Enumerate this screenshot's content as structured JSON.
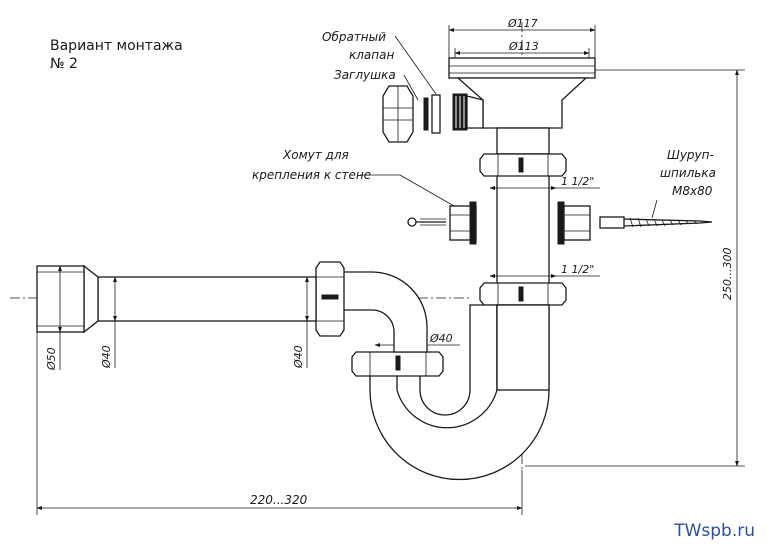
{
  "title": {
    "line1": "Вариант монтажа",
    "line2": "№ 2"
  },
  "labels": {
    "check_valve_1": "Обратный",
    "check_valve_2": "клапан",
    "plug": "Заглушка",
    "clamp_1": "Хомут для",
    "clamp_2": "крепления к стене",
    "screw_1": "Шуруп-",
    "screw_2": "шпилька",
    "screw_3": "М8х80"
  },
  "dimensions": {
    "d117": "Ø117",
    "d113": "Ø113",
    "thread_upper": "1 1/2\"",
    "thread_lower": "1 1/2\"",
    "height": "250...300",
    "d50": "Ø50",
    "d40_left": "Ø40",
    "d40_mid": "Ø40",
    "d40_outlet": "Ø40",
    "length": "220...320"
  },
  "watermark": "TWspb.ru"
}
